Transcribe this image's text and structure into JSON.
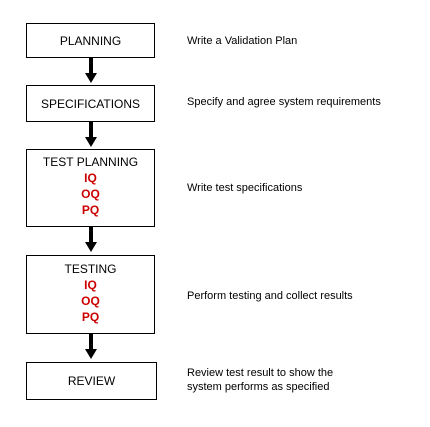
{
  "colors": {
    "border": "#000000",
    "text": "#000000",
    "qualification_text": "#cc0000",
    "arrow": "#000000"
  },
  "steps": [
    {
      "title": "PLANNING",
      "items": [],
      "description": [
        "Write a Validation Plan"
      ]
    },
    {
      "title": "SPECIFICATIONS",
      "items": [],
      "description": [
        "Specify and agree system requirements"
      ]
    },
    {
      "title": "TEST PLANNING",
      "items": [
        "IQ",
        "OQ",
        "PQ"
      ],
      "description": [
        "Write test specifications"
      ]
    },
    {
      "title": "TESTING",
      "items": [
        "IQ",
        "OQ",
        "PQ"
      ],
      "description": [
        "Perform testing and collect results"
      ]
    },
    {
      "title": "REVIEW",
      "items": [],
      "description": [
        "Review test result to show the",
        "system performs as specified"
      ]
    }
  ]
}
